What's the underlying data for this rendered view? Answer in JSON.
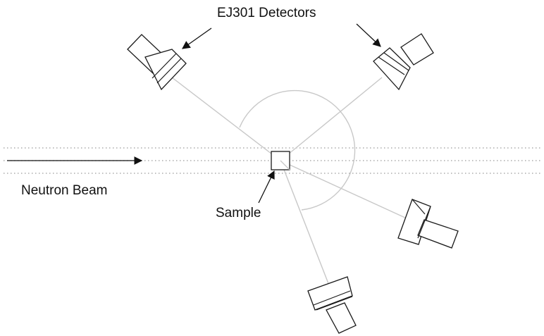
{
  "labels": {
    "detectors": "EJ301 Detectors",
    "beam": "Neutron Beam",
    "sample": "Sample"
  },
  "colors": {
    "ink": "#111111",
    "light_line": "#c8c8c8",
    "beam_dots": "#9a9a9a",
    "background": "#ffffff"
  },
  "detectors": [
    {
      "name": "detector-upper-left"
    },
    {
      "name": "detector-upper-right"
    },
    {
      "name": "detector-lower-right"
    },
    {
      "name": "detector-bottom"
    }
  ]
}
